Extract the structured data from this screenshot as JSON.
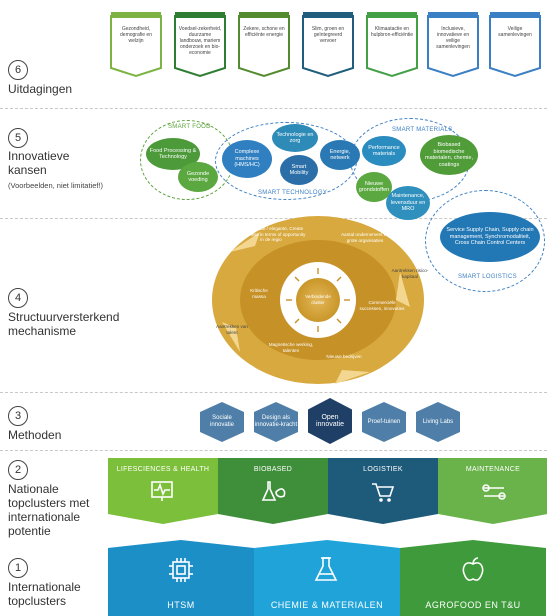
{
  "rows": {
    "r6": {
      "num": "6",
      "lines": [
        "Uitdagingen"
      ]
    },
    "r5": {
      "num": "5",
      "lines": [
        "Innovatieve",
        "kansen"
      ],
      "note": "(Voorbeelden, niet limitatief!)"
    },
    "r4": {
      "num": "4",
      "lines": [
        "Structuurversterkend",
        "mechanisme"
      ]
    },
    "r3": {
      "num": "3",
      "lines": [
        "Methoden"
      ]
    },
    "r2": {
      "num": "2",
      "lines": [
        "Nationale",
        "topclusters met",
        "internationale",
        "potentie"
      ]
    },
    "r1": {
      "num": "1",
      "lines": [
        "Internationale",
        "topclusters"
      ]
    }
  },
  "challenges": [
    {
      "text": "Gezondheid, demografie en welzijn",
      "color": "#7cb342"
    },
    {
      "text": "Voedsel-zekerheid, duurzame landbouw, mariem onderzoek en bio-economie",
      "color": "#2e7d32"
    },
    {
      "text": "Zekere, schone en efficiënte energie",
      "color": "#558b2f"
    },
    {
      "text": "Slim, groen en geïntegreerd vervoer",
      "color": "#1f5d7a"
    },
    {
      "text": "Klimaatactie en hulpbron-efficiëntie",
      "color": "#43a047"
    },
    {
      "text": "Inclusieve, innovatieve en veilige samenlevingen",
      "color": "#3b7fc4"
    },
    {
      "text": "Veilige samenlevingen",
      "color": "#3b7fc4"
    }
  ],
  "opportunities": {
    "groups": {
      "food": "SMART FOOD",
      "tech": "SMART TECHNOLOGY",
      "materials": "SMART MATERIALS",
      "logistics": "SMART LOGISTICS"
    },
    "bubbles": [
      "Food Processing & Technology",
      "Gezonde voeding",
      "Complexe machines (HMS/HC)",
      "Technologie en zorg",
      "Smart Mobility",
      "Energie, netwerk",
      "Performance materials",
      "Biobased biomedische materialen, chemie, coatings",
      "Nieuwe grondstoffen",
      "Maintenance, levensduur en MRO",
      "Service Supply Chain, Supply chain management, Synchromodaliteit, Cross Chain Control Centers"
    ]
  },
  "mechanism": {
    "center": "Verbindende cluster",
    "labels": [
      "Risk appetite / elegante, Create awareness in terms of opportunity in de regio",
      "Aantal ondernemers en grote organisaties",
      "Aantrekken risico-kapitaal",
      "Commerciële successen, innovaties",
      "Nieuwe bedrijven",
      "Magnetische werking, talenten",
      "Aantrekken van talent",
      "Kritische massa"
    ]
  },
  "methods": [
    {
      "label": "Sociale innovatie",
      "color": "#4f7fa8"
    },
    {
      "label": "Design als innovatie-kracht",
      "color": "#4f7fa8"
    },
    {
      "label": "Open innovatie",
      "color": "#1f3f66"
    },
    {
      "label": "Proef-tuinen",
      "color": "#4f7fa8"
    },
    {
      "label": "Living Labs",
      "color": "#4f7fa8"
    }
  ],
  "national_clusters": [
    {
      "label": "LIFESCIENCES & HEALTH",
      "color": "#7cbf3a",
      "icon": "monitor-heartbeat-icon"
    },
    {
      "label": "BIOBASED",
      "color": "#3f8f3a",
      "icon": "flask-leaf-icon"
    },
    {
      "label": "LOGISTIEK",
      "color": "#1e5a7a",
      "icon": "cart-icon"
    },
    {
      "label": "MAINTENANCE",
      "color": "#6ab24a",
      "icon": "wrench-icon"
    }
  ],
  "international_clusters": [
    {
      "label": "HTSM",
      "color": "#1d8fc7",
      "icon": "chip-icon"
    },
    {
      "label": "CHEMIE & MATERIALEN",
      "color": "#1fa3d8",
      "icon": "beaker-icon"
    },
    {
      "label": "AGROFOOD EN T&U",
      "color": "#3e9a3a",
      "icon": "apple-gear-icon"
    }
  ]
}
